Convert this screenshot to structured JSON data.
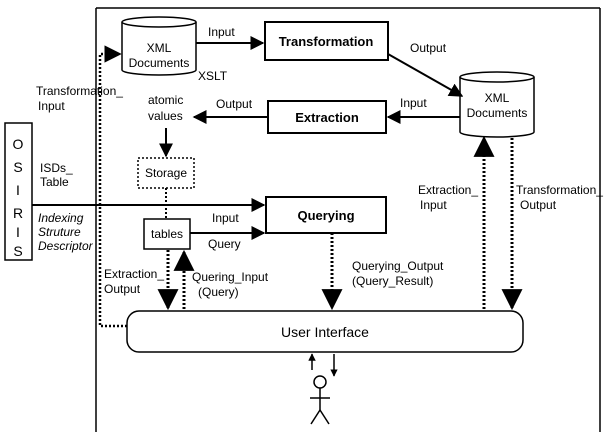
{
  "side_bar": {
    "letters": [
      "O",
      "S",
      "I",
      "R",
      "I",
      "S"
    ]
  },
  "boxes": {
    "transformation": "Transformation",
    "extraction": "Extraction",
    "querying": "Querying",
    "storage": "Storage",
    "tables": "tables",
    "user_interface": "User Interface"
  },
  "cylinders": {
    "xml_left": [
      "XML",
      "Documents"
    ],
    "xml_right": [
      "XML",
      "Documents"
    ]
  },
  "labels": {
    "input_top": "Input",
    "output_top": "Output",
    "xslt": "XSLT",
    "output_extraction": "Output",
    "input_extraction": "Input",
    "atomic_values": [
      "atomic",
      "values"
    ],
    "transformation_input": [
      "Transformation_",
      "Input"
    ],
    "isds_table": [
      "ISDs_",
      "Table"
    ],
    "indexing": [
      "Indexing",
      "Struture",
      "Descriptor"
    ],
    "input_querying": "Input",
    "query": "Query",
    "extraction_output": [
      "Extraction_",
      "Output"
    ],
    "querying_input": [
      "Quering_Input",
      "(Query)"
    ],
    "querying_output": [
      "Querying_Output",
      "(Query_Result)"
    ],
    "extraction_input": [
      "Extraction_",
      "Input"
    ],
    "transformation_output": [
      "Transformation_",
      "Output"
    ]
  }
}
